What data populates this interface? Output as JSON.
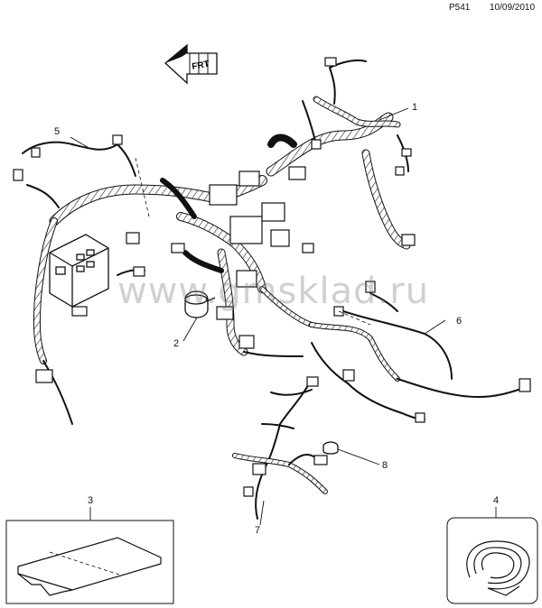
{
  "header": {
    "page_code": "P541",
    "date": "10/09/2010"
  },
  "front_marker": {
    "label": "FRT"
  },
  "callouts": [
    "1",
    "2",
    "3",
    "4",
    "5",
    "6",
    "7",
    "8"
  ],
  "watermark": "www.gmsklad.ru",
  "colors": {
    "line": "#1a1a1a",
    "fill": "#ffffff",
    "watermark": "#8a8a8a"
  }
}
